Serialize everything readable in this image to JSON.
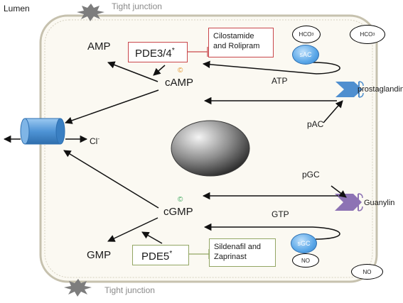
{
  "labels": {
    "lumen": "Lumen",
    "tight_junction": "Tight junction",
    "amp": "AMP",
    "camp": "cAMP",
    "gmp": "GMP",
    "cgmp": "cGMP",
    "atp": "ATP",
    "gtp": "GTP",
    "cl": "Cl",
    "cl_sup": "-",
    "pac": "pAC",
    "pgc": "pGC",
    "prostaglandins": "prostaglandins",
    "guanylin": "Guanylin",
    "sac": "sAC",
    "sgc": "sGC",
    "hco3_base": "HCO",
    "hco3_sub": "3",
    "no": "NO",
    "c_mark": "©"
  },
  "inhibitors": {
    "pde34": {
      "name": "PDE3/4",
      "mark": "*",
      "drugs_line1": "Cilostamide",
      "drugs_line2": "and Rolipram"
    },
    "pde5": {
      "name": "PDE5",
      "mark": "*",
      "drugs_line1": "Sildenafil and",
      "drugs_line2": "Zaprinast"
    }
  },
  "colors": {
    "pde34_border": "#c9474b",
    "pde5_border": "#93a664",
    "camp_mark": "#e3942b",
    "cgmp_mark": "#3aa65a",
    "channel": "#4f94d6",
    "prostaglandin_receptor": "#4f8fcf",
    "guanylin_receptor": "#8d73b4"
  }
}
